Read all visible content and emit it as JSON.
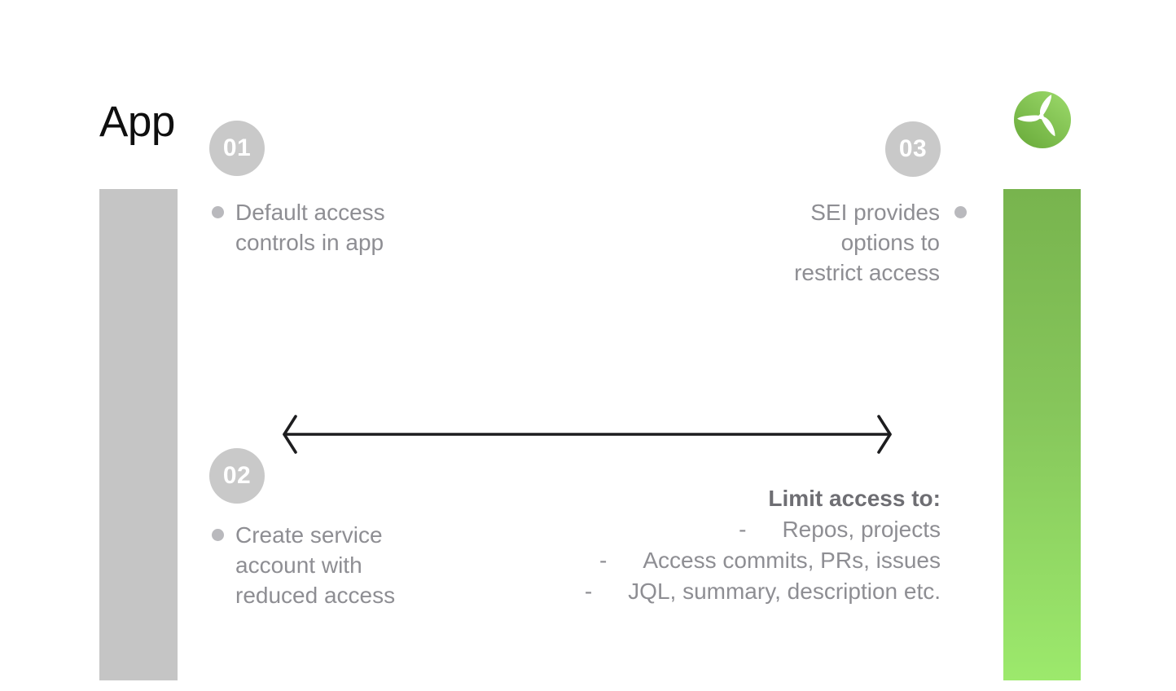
{
  "page": {
    "title": "App"
  },
  "steps": [
    {
      "number": "01",
      "lines": [
        "Default access",
        "controls in app"
      ]
    },
    {
      "number": "02",
      "lines": [
        "Create service",
        "account with",
        "reduced access"
      ]
    },
    {
      "number": "03",
      "lines": [
        "SEI provides",
        "options to",
        "restrict access"
      ]
    }
  ],
  "limit": {
    "heading": "Limit access to:",
    "dash": "-",
    "items": [
      "Repos, projects",
      "Access commits, PRs, issues",
      "JQL, summary, description etc."
    ]
  },
  "icons": {
    "logo": "wind-turbine-logo",
    "arrow": "bidirectional-arrow",
    "bullet": "dot-bullet"
  },
  "colors": {
    "background": "#ffffff",
    "title_text": "#0f0f0f",
    "app_bar_gray": "#c5c5c5",
    "sei_bar_green_top": "#78b44e",
    "sei_bar_green_bottom": "#9ce96c",
    "badge_gray": "#c9c9c9",
    "badge_text": "#ffffff",
    "body_text": "#8e8e93",
    "bullet_gray": "#b9b9bd",
    "limit_heading_text": "#6e6e73",
    "arrow_black": "#1d1d1f",
    "logo_green_light": "#98d667",
    "logo_green_dark": "#6cad3d"
  }
}
